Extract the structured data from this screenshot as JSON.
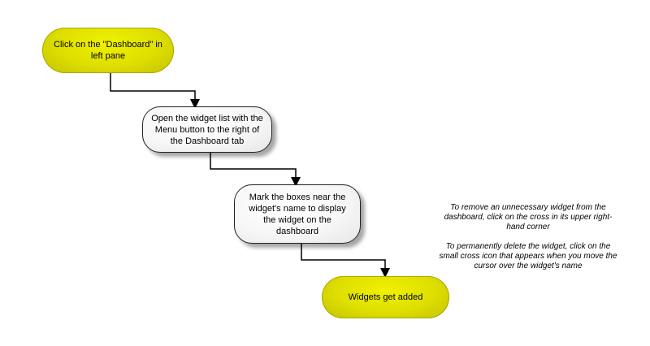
{
  "steps": {
    "start": "Click on the \"Dashboard\" in left pane",
    "step1": "Open the widget list with the Menu button to the right of the Dashboard tab",
    "step2": "Mark the boxes near the widget's name to display the widget on the dashboard",
    "end": "Widgets get added"
  },
  "notes": {
    "remove": "To remove an unnecessary widget from the dashboard, click on the cross in its upper right-hand corner",
    "delete": "To permanently delete the widget, click on the small cross icon that appears when you move the cursor over the widget's name"
  },
  "colors": {
    "terminal_fill": "#dede00",
    "process_fill": "#f7f7f7",
    "connector": "#000000"
  }
}
